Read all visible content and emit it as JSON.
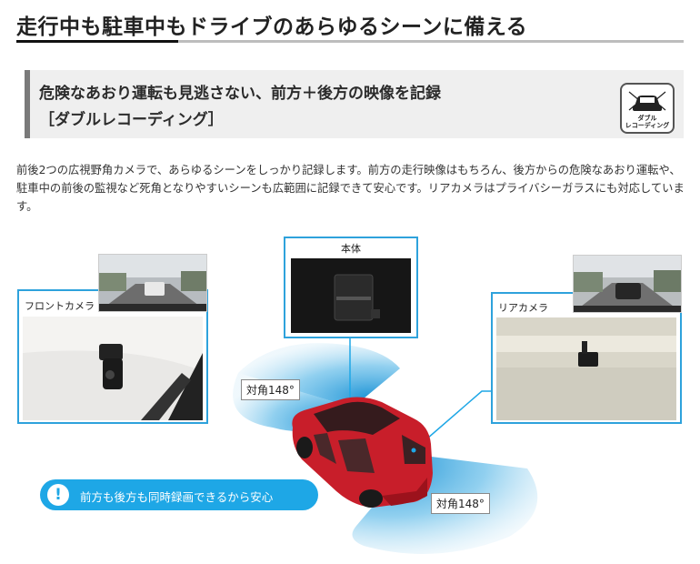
{
  "page": {
    "title": "走行中も駐車中もドライブのあらゆるシーンに備える"
  },
  "banner": {
    "line1": "危険なあおり運転も見逃さない、前方＋後方の映像を記録",
    "line2": "［ダブルレコーディング］",
    "badge_text": "ダブル\nレコーディング",
    "badge_icon": "double-recording-car-icon"
  },
  "description": "前後2つの広視野角カメラで、あらゆるシーンをしっかり記録します。前方の走行映像はもちろん、後方からの危険なあおり運転や、駐車中の前後の監視など死角となりやすいシーンも広範囲に記録できて安心です。リアカメラはプライバシーガラスにも対応しています。",
  "diagram": {
    "main_unit_label": "本体",
    "front_camera_label": "フロントカメラ",
    "rear_camera_label": "リアカメラ",
    "front_angle": "対角148°",
    "rear_angle": "対角148°",
    "notice_icon": "exclamation-icon",
    "notice_text": "前方も後方も同時録画できるから安心",
    "colors": {
      "accent": "#2ea2dc",
      "notice": "#1ea7e6",
      "car": "#c81e2a"
    }
  }
}
